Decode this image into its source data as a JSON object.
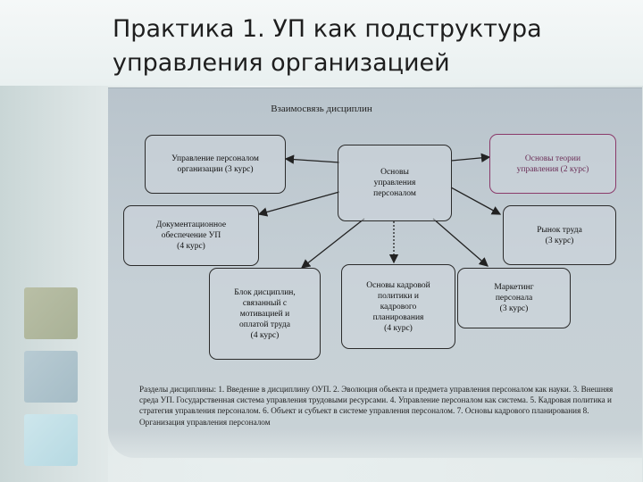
{
  "slide": {
    "title": "Практика 1. УП как подструктура управления организацией"
  },
  "diagram": {
    "title": "Взаимосвязь дисциплин",
    "nodes": {
      "center": "Основы\nуправления\nперсоналом",
      "upravlenie": "Управление персоналом\nорганизации (3 курс)",
      "osnovy_teorii": "Основы теории\nуправления (2 курс)",
      "dokument": "Документационное\nобеспечение УП\n(4 курс)",
      "rynok": "Рынок труда\n(3 курс)",
      "blok": "Блок дисциплин,\nсвязанный с\nмотивацией и\nоплатой труда\n(4 курс)",
      "kadrovaya": "Основы кадровой\nполитики и\nкадрового\nпланирования\n(4 курс)",
      "marketing": "Маркетинг\nперсонала\n(3 курс)"
    },
    "accent_color": "#8a3a6a",
    "footer": "Разделы дисциплины: 1. Введение в дисциплину ОУП. 2. Эволюция объекта и предмета управления персоналом как науки. 3. Внешняя среда УП. Государственная система управления трудовыми ресурсами. 4. Управление персоналом как система. 5. Кадровая политика и стратегия управления персоналом. 6. Объект и субъект в системе управления персоналом. 7. Основы кадрового планирования 8. Организация управления персоналом"
  }
}
